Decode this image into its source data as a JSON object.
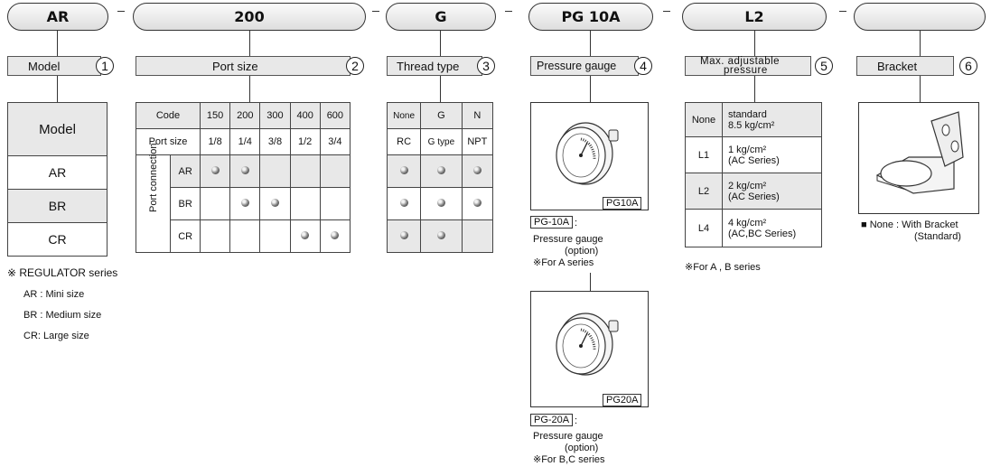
{
  "codes": {
    "c1": "AR",
    "c2": "200",
    "c3": "G",
    "c4": "PG 10A",
    "c5": "L2",
    "c6": ""
  },
  "labels": {
    "l1": "Model",
    "n1": "1",
    "l2": "Port size",
    "n2": "2",
    "l3": "Thread type",
    "n3": "3",
    "l4": "Pressure gauge",
    "n4": "4",
    "l5a": "Max. adjustable",
    "l5b": "pressure",
    "n5": "5",
    "l6": "Bracket",
    "n6": "6"
  },
  "model_table": {
    "header": "Model",
    "rows": [
      "AR",
      "BR",
      "CR"
    ]
  },
  "model_notes": {
    "title": "※ REGULATOR series",
    "lines": [
      "AR : Mini size",
      "BR : Medium size",
      "CR: Large size"
    ]
  },
  "port_table": {
    "code_label": "Code",
    "size_label": "Port size",
    "conn_label": "Port connection",
    "codes": [
      "150",
      "200",
      "300",
      "400",
      "600"
    ],
    "sizes": [
      "1/8",
      "1/4",
      "3/8",
      "1/2",
      "3/4"
    ],
    "rows": [
      {
        "name": "AR",
        "marks": [
          1,
          1,
          0,
          0,
          0
        ]
      },
      {
        "name": "BR",
        "marks": [
          0,
          1,
          1,
          0,
          0
        ]
      },
      {
        "name": "CR",
        "marks": [
          0,
          0,
          0,
          1,
          1
        ]
      }
    ]
  },
  "thread_table": {
    "codes": [
      "None",
      "G",
      "N"
    ],
    "types": [
      "RC",
      "G type",
      "NPT"
    ],
    "rows": [
      [
        1,
        1,
        1
      ],
      [
        1,
        1,
        1
      ],
      [
        1,
        1,
        0
      ]
    ]
  },
  "gauges": [
    {
      "tag": "PG10A",
      "code": "PG-10A",
      "suffix": ":",
      "desc1": "Pressure gauge",
      "desc2": "(option)",
      "note": "※For A series"
    },
    {
      "tag": "PG20A",
      "code": "PG-20A",
      "suffix": ":",
      "desc1": "Pressure gauge",
      "desc2": "(option)",
      "note": "※For B,C series"
    }
  ],
  "pressure_table": [
    {
      "code": "None",
      "d1": "standard",
      "d2": "8.5 kg/cm²"
    },
    {
      "code": "L1",
      "d1": "1 kg/cm²",
      "d2": "(AC Series)"
    },
    {
      "code": "L2",
      "d1": "2 kg/cm²",
      "d2": "(AC Series)"
    },
    {
      "code": "L4",
      "d1": "4 kg/cm²",
      "d2": "(AC,BC Series)"
    }
  ],
  "pressure_note": "※For A , B series",
  "bracket": {
    "note1": "■ None : With Bracket",
    "note2": "(Standard)"
  }
}
